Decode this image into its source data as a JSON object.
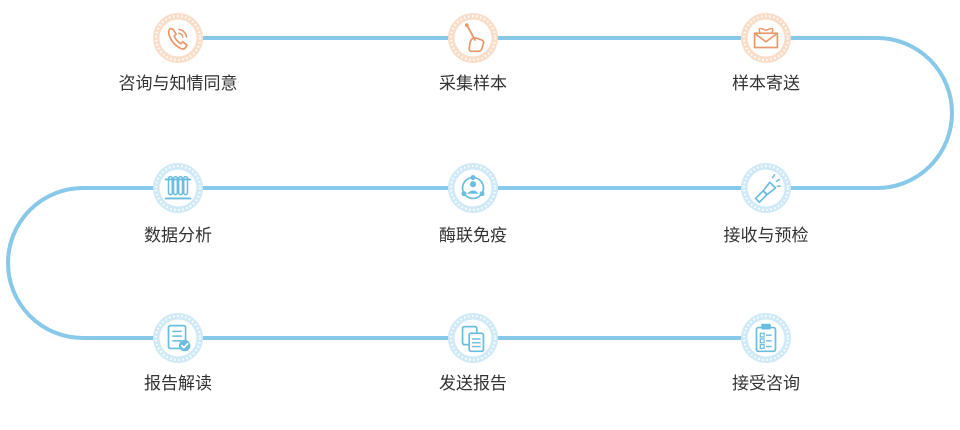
{
  "colors": {
    "path": "#88c8e8",
    "orange": "#e8996a",
    "orange_light": "#f9ddc8",
    "blue": "#6bbde0",
    "blue_light": "#cfe9f6",
    "text": "#333333"
  },
  "steps": [
    {
      "label": "咨询与知情同意",
      "icon": "phone-icon",
      "theme": "orange"
    },
    {
      "label": "采集样本",
      "icon": "swab-hand-icon",
      "theme": "orange"
    },
    {
      "label": "样本寄送",
      "icon": "parcel-icon",
      "theme": "orange"
    },
    {
      "label": "接收与预检",
      "icon": "flashlight-icon",
      "theme": "blue"
    },
    {
      "label": "酶联免疫",
      "icon": "network-icon",
      "theme": "blue"
    },
    {
      "label": "数据分析",
      "icon": "test-tubes-icon",
      "theme": "blue"
    },
    {
      "label": "报告解读",
      "icon": "report-check-icon",
      "theme": "blue"
    },
    {
      "label": "发送报告",
      "icon": "documents-icon",
      "theme": "blue"
    },
    {
      "label": "接受咨询",
      "icon": "clipboard-icon",
      "theme": "blue"
    }
  ]
}
